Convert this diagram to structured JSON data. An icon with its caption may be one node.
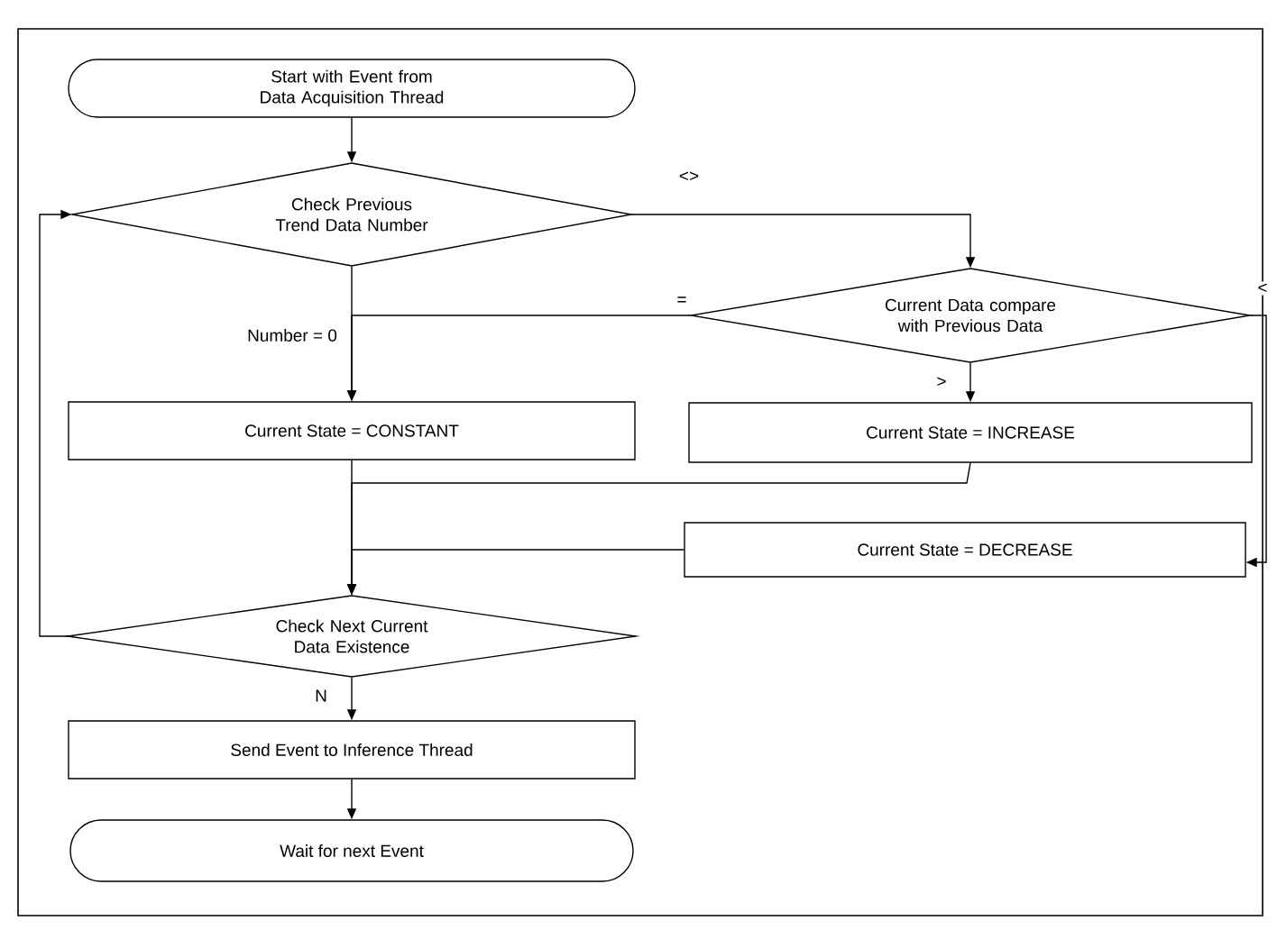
{
  "diagram": {
    "nodes": [
      {
        "text": [
          "Start with Event from Data Acquisition Thread"
        ]
      },
      {
        "text": [
          "Check Previous Trend Data Number"
        ]
      },
      {
        "text": [
          "Current Data compare with Previous Data"
        ]
      },
      {
        "text": [
          "Current State = CONSTANT"
        ]
      },
      {
        "text": [
          "Current State = INCREASE"
        ]
      },
      {
        "text": [
          "Current State = DECREASE"
        ]
      },
      {
        "text": [
          "Check Next Current Data Existence"
        ]
      },
      {
        "text": [
          "Send Event to Inference Thread"
        ]
      },
      {
        "text": [
          "Wait for next Event"
        ]
      }
    ],
    "edges": [
      {
        "from": 0,
        "to": 1,
        "arrow": "to"
      },
      {
        "from": 1,
        "to": 2,
        "arrow": "to",
        "label": "<>"
      },
      {
        "from": 1,
        "to": 3,
        "arrow": "to",
        "label": "Number = 0"
      },
      {
        "from": 2,
        "to": 3,
        "arrow": "to",
        "label": "="
      },
      {
        "from": 2,
        "to": 4,
        "arrow": "to",
        "label": ">"
      },
      {
        "from": 2,
        "to": 5,
        "arrow": "to",
        "label": "<"
      },
      {
        "from": 3,
        "to": 6,
        "arrow": "to"
      },
      {
        "from": 4,
        "to": 6,
        "arrow": "to"
      },
      {
        "from": 5,
        "to": 6,
        "arrow": "to"
      },
      {
        "from": 6,
        "to": 1,
        "arrow": "to"
      },
      {
        "from": 6,
        "to": 7,
        "arrow": "to",
        "label": "N"
      },
      {
        "from": 7,
        "to": 8,
        "arrow": "to"
      }
    ]
  }
}
